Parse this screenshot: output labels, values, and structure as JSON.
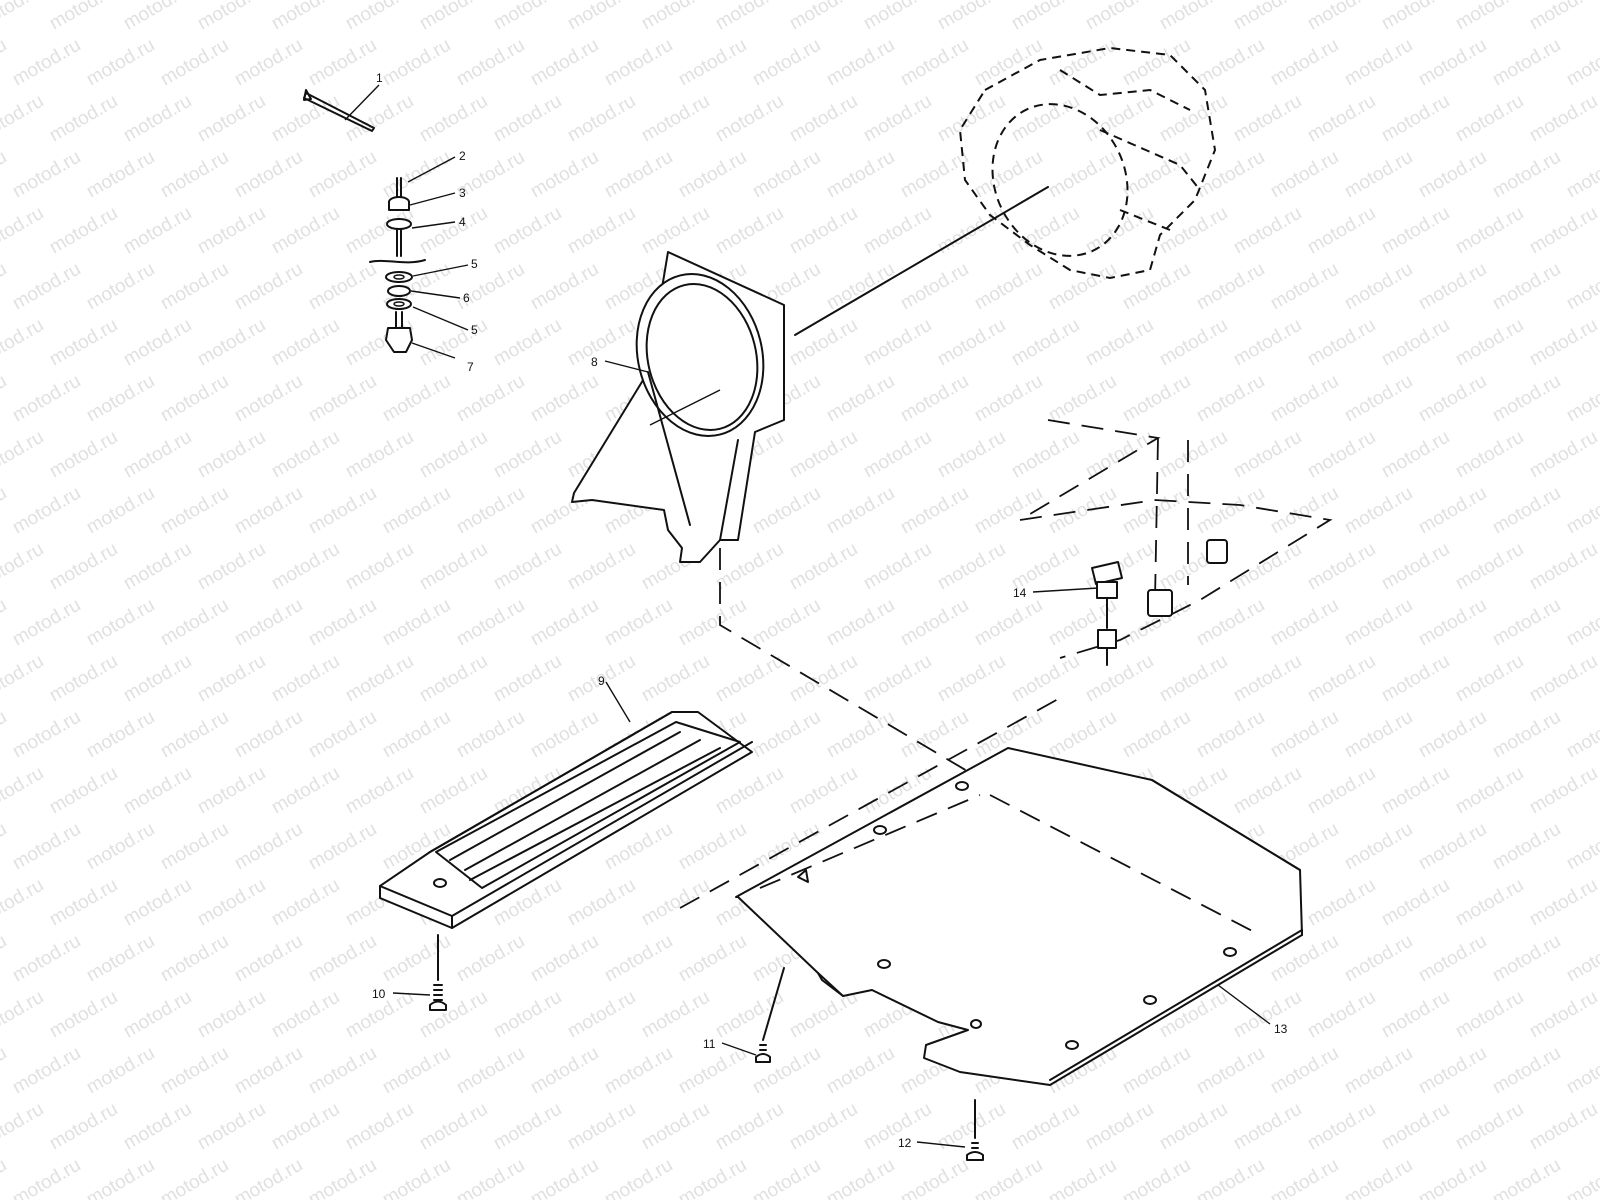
{
  "watermark": "motod.ru",
  "callouts": [
    "1",
    "2",
    "3",
    "4",
    "5",
    "6",
    "5",
    "7",
    "8",
    "9",
    "10",
    "11",
    "12",
    "13",
    "14"
  ]
}
